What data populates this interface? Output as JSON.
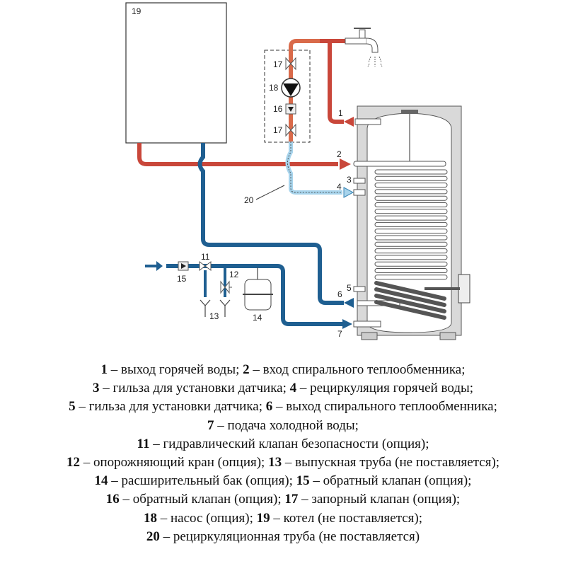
{
  "diagram": {
    "title": "Схема подключения бойлера косвенного нагрева",
    "colors": {
      "hot": "#c9473a",
      "cold": "#1f5f91",
      "recirc_hot": "#e0a062",
      "recirc_cold": "#a8d4ec",
      "tank_shell": "#d9d9d9",
      "outline": "#333333"
    },
    "labels": {
      "n1": "1",
      "n2": "2",
      "n3": "3",
      "n4": "4",
      "n5": "5",
      "n6": "6",
      "n7": "7",
      "n11": "11",
      "n12": "12",
      "n13": "13",
      "n14": "14",
      "n15": "15",
      "n16": "16",
      "n17a": "17",
      "n17b": "17",
      "n18": "18",
      "n19": "19",
      "n20": "20"
    }
  },
  "legend": [
    [
      {
        "num": "1",
        "text": " – выход горячей воды; "
      },
      {
        "num": "2",
        "text": " – вход спирального теплообменника;"
      }
    ],
    [
      {
        "num": "3",
        "text": " – гильза для установки датчика; "
      },
      {
        "num": "4",
        "text": " – рециркуляция горячей воды;"
      }
    ],
    [
      {
        "num": "5",
        "text": " – гильза для установки датчика; "
      },
      {
        "num": "6",
        "text": " – выход спирального теплообменника;"
      }
    ],
    [
      {
        "num": "7",
        "text": " – подача холодной воды;"
      }
    ],
    [
      {
        "num": "11",
        "text": " – гидравлический клапан безопасности (опция);"
      }
    ],
    [
      {
        "num": "12",
        "text": " – опорожняющий кран (опция); "
      },
      {
        "num": "13",
        "text": " – выпускная труба (не поставляется);"
      }
    ],
    [
      {
        "num": "14",
        "text": " – расширительный бак (опция); "
      },
      {
        "num": "15",
        "text": " – обратный клапан (опция);"
      }
    ],
    [
      {
        "num": "16",
        "text": " – обратный клапан (опция); "
      },
      {
        "num": "17",
        "text": " – запорный клапан (опция);"
      }
    ],
    [
      {
        "num": "18",
        "text": " – насос (опция); "
      },
      {
        "num": "19",
        "text": " – котел (не поставляется);"
      }
    ],
    [
      {
        "num": "20",
        "text": " – рециркуляционная труба (не поставляется)"
      }
    ]
  ]
}
